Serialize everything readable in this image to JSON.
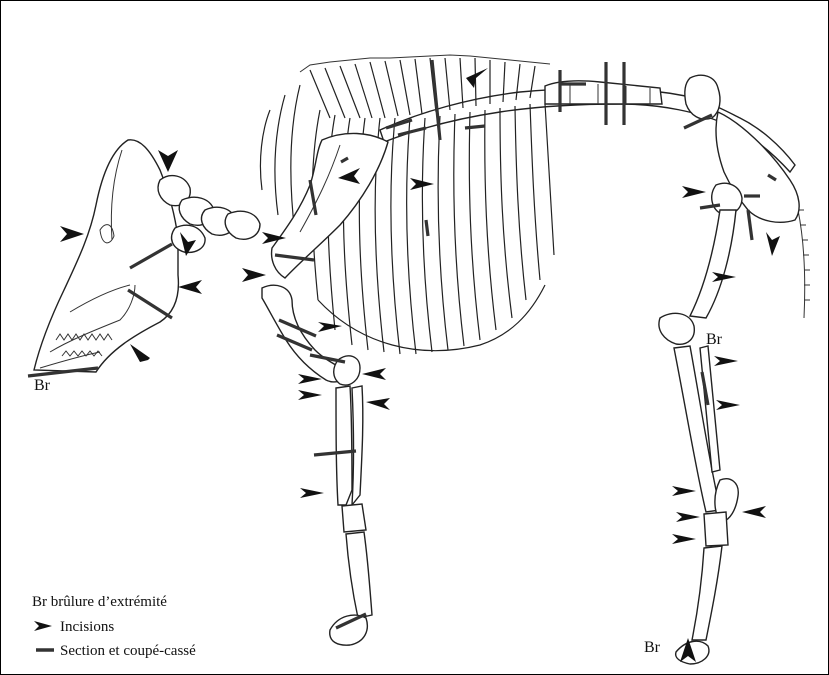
{
  "labels": {
    "br": "Br"
  },
  "legend": {
    "br_line": "Br brûlure d’extrémité",
    "incisions": "Incisions",
    "section": "Section et coupé-cassé"
  },
  "colors": {
    "line": "#222222",
    "cut": "#333333",
    "arrow": "#111111",
    "background": "#ffffff"
  },
  "icons": {
    "incision_marker": "arrowhead-icon",
    "section_marker": "bar-icon"
  }
}
